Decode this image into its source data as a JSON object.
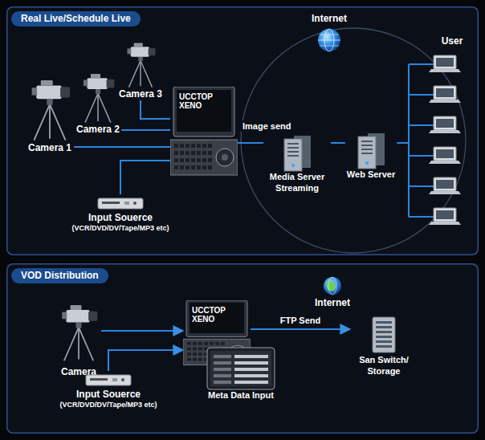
{
  "diagram": {
    "nodes": [
      {
        "text": [
          "Real Live/Schedule Live"
        ]
      },
      {
        "text": [
          "Camera 1"
        ],
        "in": 0
      },
      {
        "text": [
          "Camera 2"
        ],
        "in": 0
      },
      {
        "text": [
          "Camera 3"
        ],
        "in": 0
      },
      {
        "text": [
          "UCCTOP XENO"
        ],
        "in": 0
      },
      {
        "text": [
          "Input Souerce",
          "(VCR/DVD/DV/Tape/MP3 etc)"
        ],
        "in": 0
      },
      {
        "text": [
          "Media Server Streaming"
        ],
        "in": 0
      },
      {
        "text": [
          "Web Server"
        ],
        "in": 0
      },
      {
        "text": [
          "User"
        ],
        "in": 0
      },
      {
        "text": [
          "VOD Distribution"
        ]
      },
      {
        "text": [
          "Camera"
        ],
        "in": 9
      },
      {
        "text": [
          "Input Souerce",
          "(VCR/DVD/DV/Tape/MP3 etc)"
        ],
        "in": 9
      },
      {
        "text": [
          "UCCTOP XENO"
        ],
        "in": 9
      },
      {
        "text": [
          "Meta Data Input"
        ],
        "in": 9
      },
      {
        "text": [
          "San Switch/ Storage"
        ],
        "in": 9
      }
    ],
    "edges": [
      {
        "from": 1,
        "to": 4,
        "arrow": "none"
      },
      {
        "from": 2,
        "to": 4,
        "arrow": "none"
      },
      {
        "from": 3,
        "to": 4,
        "arrow": "none"
      },
      {
        "from": 5,
        "to": 4,
        "arrow": "none"
      },
      {
        "from": 4,
        "to": 6,
        "label": "Image send",
        "arrow": "none"
      },
      {
        "from": 6,
        "to": 7,
        "arrow": "none"
      },
      {
        "from": 7,
        "to": 8,
        "arrow": "none"
      },
      {
        "from": 10,
        "to": 12,
        "arrow": "to"
      },
      {
        "from": 11,
        "to": 12,
        "arrow": "to"
      },
      {
        "from": 12,
        "to": 14,
        "label": "FTP Send",
        "arrow": "to"
      }
    ],
    "labels": [
      "Internet",
      "Internet"
    ]
  }
}
